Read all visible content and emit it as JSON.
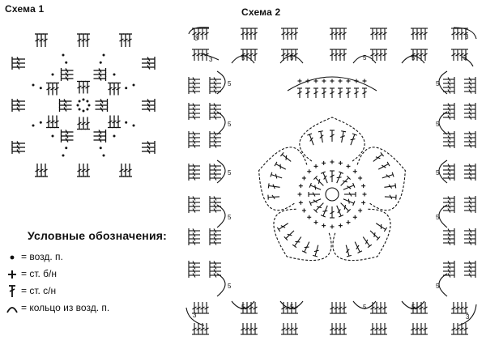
{
  "scheme1": {
    "title": "Схема 1"
  },
  "scheme2": {
    "title": "Схема 2",
    "chain_labels": [
      "3",
      "5"
    ]
  },
  "legend": {
    "title": "Условные обозначения:",
    "items": [
      {
        "symbol": "chain-stitch",
        "text": "= возд. п."
      },
      {
        "symbol": "single-crochet",
        "text": "= ст. б/н"
      },
      {
        "symbol": "double-crochet",
        "text": "= ст. с/н"
      },
      {
        "symbol": "chain-ring",
        "text": "= кольцо из возд. п."
      }
    ]
  }
}
